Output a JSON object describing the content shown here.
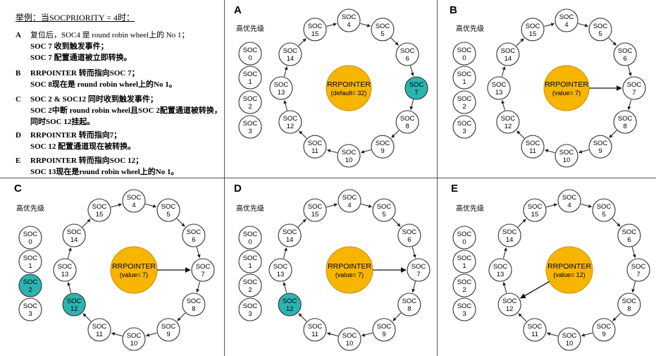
{
  "example": {
    "title": "举例：当SOCPRIORITY = 4时：",
    "steps": [
      {
        "letter": "A",
        "lines": [
          "复位后，SOC4 是 round robin wheel上的 No 1；",
          "SOC 7 收到触发事件；",
          "SOC 7 配置通道被立即转换。"
        ]
      },
      {
        "letter": "B",
        "lines": [
          "RRPOINTER 转而指向SOC 7；",
          "SOC 8现在是 round robin wheel上的No 1。"
        ]
      },
      {
        "letter": "C",
        "lines": [
          "SOC 2 & SOC12 同时收到触发事件；",
          "SOC 2中断 round robin wheel且SOC 2配置通道被转换，",
          "同时SOC 12挂起。"
        ]
      },
      {
        "letter": "D",
        "lines": [
          "RRPOINTER 转而指向7；",
          "SOC 12 配置通道现在被转换。"
        ]
      },
      {
        "letter": "E",
        "lines": [
          "RRPOINTER 转而指向SOC 12；",
          "SOC 13现在是round robin wheel上的No 1。"
        ]
      }
    ]
  },
  "soc_prefix": "SOC",
  "ring_sequence": [
    "4",
    "5",
    "6",
    "7",
    "8",
    "9",
    "10",
    "11",
    "12",
    "13",
    "14",
    "15"
  ],
  "priority_label": "高优先级",
  "priority_items": [
    "0",
    "1",
    "2",
    "3"
  ],
  "center_title": "RRPOINTER",
  "colors": {
    "pointer": "#f7b500",
    "highlight": "#2bb5b0",
    "line": "#333333"
  },
  "panels": [
    {
      "id": "A",
      "label": "A",
      "pointer_text": "(default= 32)",
      "pointer_target": null,
      "highlight_ring": [
        "7"
      ],
      "highlight_priority": []
    },
    {
      "id": "B",
      "label": "B",
      "pointer_text": "(value= 7)",
      "pointer_target": "7",
      "highlight_ring": [],
      "highlight_priority": []
    },
    {
      "id": "C",
      "label": "C",
      "pointer_text": "(value= 7)",
      "pointer_target": "7",
      "highlight_ring": [
        "12"
      ],
      "highlight_priority": [
        "2"
      ]
    },
    {
      "id": "D",
      "label": "D",
      "pointer_text": "(value= 7)",
      "pointer_target": "7",
      "highlight_ring": [
        "12"
      ],
      "highlight_priority": []
    },
    {
      "id": "E",
      "label": "E",
      "pointer_text": "(value= 12)",
      "pointer_target": "12",
      "highlight_ring": [],
      "highlight_priority": []
    }
  ]
}
